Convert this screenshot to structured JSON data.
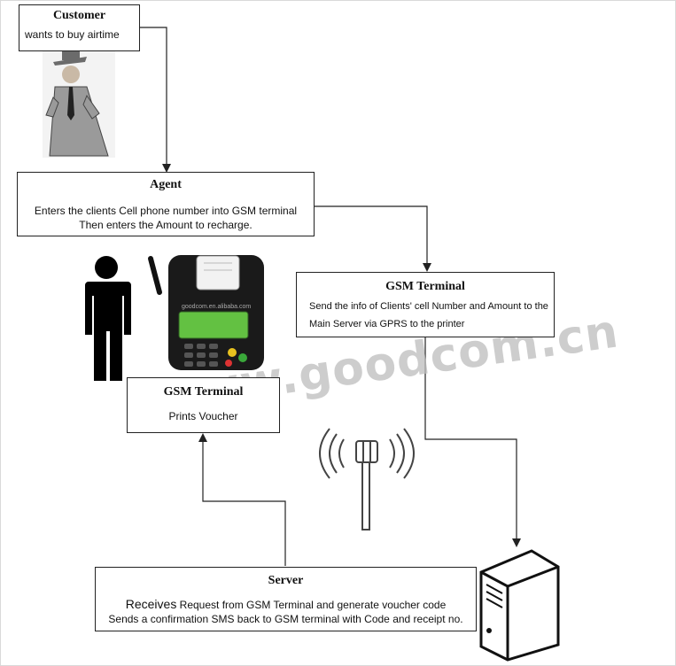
{
  "customer": {
    "title": "Customer",
    "line1": "wants to buy airtime"
  },
  "agent": {
    "title": "Agent",
    "line1": "Enters the clients Cell phone number into GSM terminal",
    "line2": "Then enters the Amount to recharge."
  },
  "gsm_send": {
    "title": "GSM Terminal",
    "line1": "Send the info of Clients' cell Number and Amount to the",
    "line2": "Main Server via GPRS to the printer"
  },
  "gsm_print": {
    "title": "GSM Terminal",
    "line1": "Prints Voucher"
  },
  "server": {
    "title": "Server",
    "line1_big": "Receives",
    "line1_rest": " Request from GSM Terminal and generate voucher code",
    "line2": "Sends a confirmation SMS back to GSM terminal with Code and receipt no."
  },
  "watermark": "www.goodcom.cn",
  "device_brand": "goodcom.en.alibaba.com",
  "colors": {
    "line": "#222222",
    "screen": "#63c142",
    "watermark": "#bdbdbd"
  }
}
